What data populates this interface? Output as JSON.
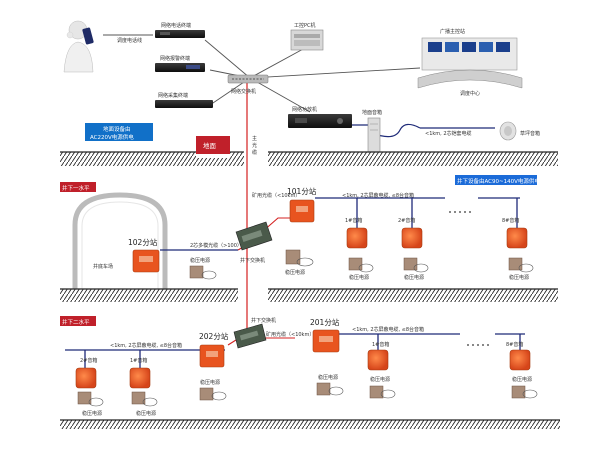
{
  "surface": {
    "dispatch_phone_line": "调度电话线",
    "net_phone_terminal": "网络电话终端",
    "net_alarm_terminal": "网络报警终端",
    "net_collect_terminal": "网络采集终端",
    "industrial_pc": "工控PC机",
    "broadcast_station": "广播主控站",
    "dispatch_center": "调度中心",
    "net_switch": "网络交换机",
    "main_fiber": "主光缆",
    "net_amplifier": "网络功放机",
    "ground_speaker_box": "地面音箱",
    "cable_1km": "<1km, 2芯铠套电缆",
    "lawn_speaker": "草坪音箱",
    "ground_power_note_l1": "地面设备由",
    "ground_power_note_l2": "AC220V电源供电",
    "ground_tag": "地面"
  },
  "level1": {
    "tag": "井下一水平",
    "power_note": "井下设备由AC90~140V电源供电",
    "mine_fiber": "矿用光缆（<10km）",
    "station_101": "101分站",
    "station_101_cable": "<1km, 2芯屏蔽电缆, ≤8台音箱",
    "speaker_1": "1#音箱",
    "speaker_2": "2#音箱",
    "speaker_8": "8#音箱",
    "psu": "稳压电源",
    "switch": "井下交换机",
    "station_102": "102分站",
    "station_102_cable": "2芯多模光缆（>100）",
    "station_102_psu": "稳压电源",
    "shaft_yard": "井底车场"
  },
  "level2": {
    "tag": "井下二水平",
    "switch": "井下交换机",
    "mine_fiber": "矿用光缆（<10km）",
    "station_202": "202分站",
    "station_202_cable": "<1km, 2芯屏蔽电缆, ≤8台音箱",
    "station_201": "201分站",
    "station_201_cable": "<1km, 2芯屏蔽电缆, ≤8台音箱",
    "speaker_1": "1#音箱",
    "speaker_2": "2#音箱",
    "speaker_8": "8#音箱",
    "psu": "稳压电源"
  },
  "colors": {
    "accent_orange": "#e8541f",
    "fiber_red": "#d42020",
    "cable_navy": "#1e2a78",
    "tag_red": "#c0202a",
    "power_note_blue": "#1b6bd8",
    "ground_note_blue": "#1170c8"
  }
}
